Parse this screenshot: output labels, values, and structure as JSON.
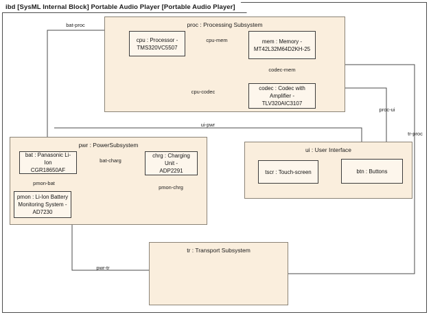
{
  "diagram": {
    "title": "ibd [SysML Internal Block] Portable Audio Player [Portable Audio Player]",
    "kind": "SysML Internal Block Diagram",
    "colors": {
      "subsystem_fill": "#faeedd",
      "part_fill": "#fdf6ec",
      "part_border": "#3a3a3a",
      "subsystem_border": "#8a8275",
      "frame_border": "#4a4a4a",
      "connector": "#4a4a4a",
      "background": "#ffffff"
    }
  },
  "subsystems": [
    {
      "id": "proc",
      "label": "proc : Processing Subsystem"
    },
    {
      "id": "pwr",
      "label": "pwr : PowerSubsystem"
    },
    {
      "id": "ui",
      "label": "ui : User Interface"
    },
    {
      "id": "tr",
      "label": "tr : Transport Subsystem"
    }
  ],
  "parts": [
    {
      "id": "cpu",
      "label": "cpu : Processor -\nTMS320VC5507"
    },
    {
      "id": "mem",
      "label": "mem : Memory -\nMT42L32M64D2KH-25"
    },
    {
      "id": "codec",
      "label": "codec : Codec with\nAmplifier -\nTLV320AIC3107"
    },
    {
      "id": "bat",
      "label": "bat : Panasonic Li-Ion\nCGR18650AF"
    },
    {
      "id": "chrg",
      "label": "chrg : Charging Unit -\nADP2291"
    },
    {
      "id": "pmon",
      "label": "pmon : Li-Ion Battery\nMonitoring System -\nAD7230"
    },
    {
      "id": "tscr",
      "label": "tscr : Touch-screen"
    },
    {
      "id": "btn",
      "label": "btn : Buttons"
    }
  ],
  "connectors": [
    {
      "id": "bat-proc",
      "label": "bat-proc",
      "from": "bat",
      "to": "proc"
    },
    {
      "id": "cpu-mem",
      "label": "cpu-mem",
      "from": "cpu",
      "to": "mem"
    },
    {
      "id": "codec-mem",
      "label": "codec-mem",
      "from": "codec",
      "to": "mem"
    },
    {
      "id": "cpu-codec",
      "label": "cpu-codec",
      "from": "cpu",
      "to": "codec"
    },
    {
      "id": "bat-charg",
      "label": "bat-charg",
      "from": "bat",
      "to": "chrg"
    },
    {
      "id": "pmon-bat",
      "label": "pmon-bat",
      "from": "pmon",
      "to": "bat"
    },
    {
      "id": "pmon-chrg",
      "label": "pmon-chrg",
      "from": "pmon",
      "to": "chrg"
    },
    {
      "id": "ui-pwr",
      "label": "ui-pwr",
      "from": "ui",
      "to": "pwr"
    },
    {
      "id": "proc-ui",
      "label": "proc-ui",
      "from": "proc",
      "to": "ui"
    },
    {
      "id": "tr-proc",
      "label": "tr-proc",
      "from": "tr",
      "to": "proc"
    },
    {
      "id": "pwr-tr",
      "label": "pwr-tr",
      "from": "pwr",
      "to": "tr"
    }
  ]
}
